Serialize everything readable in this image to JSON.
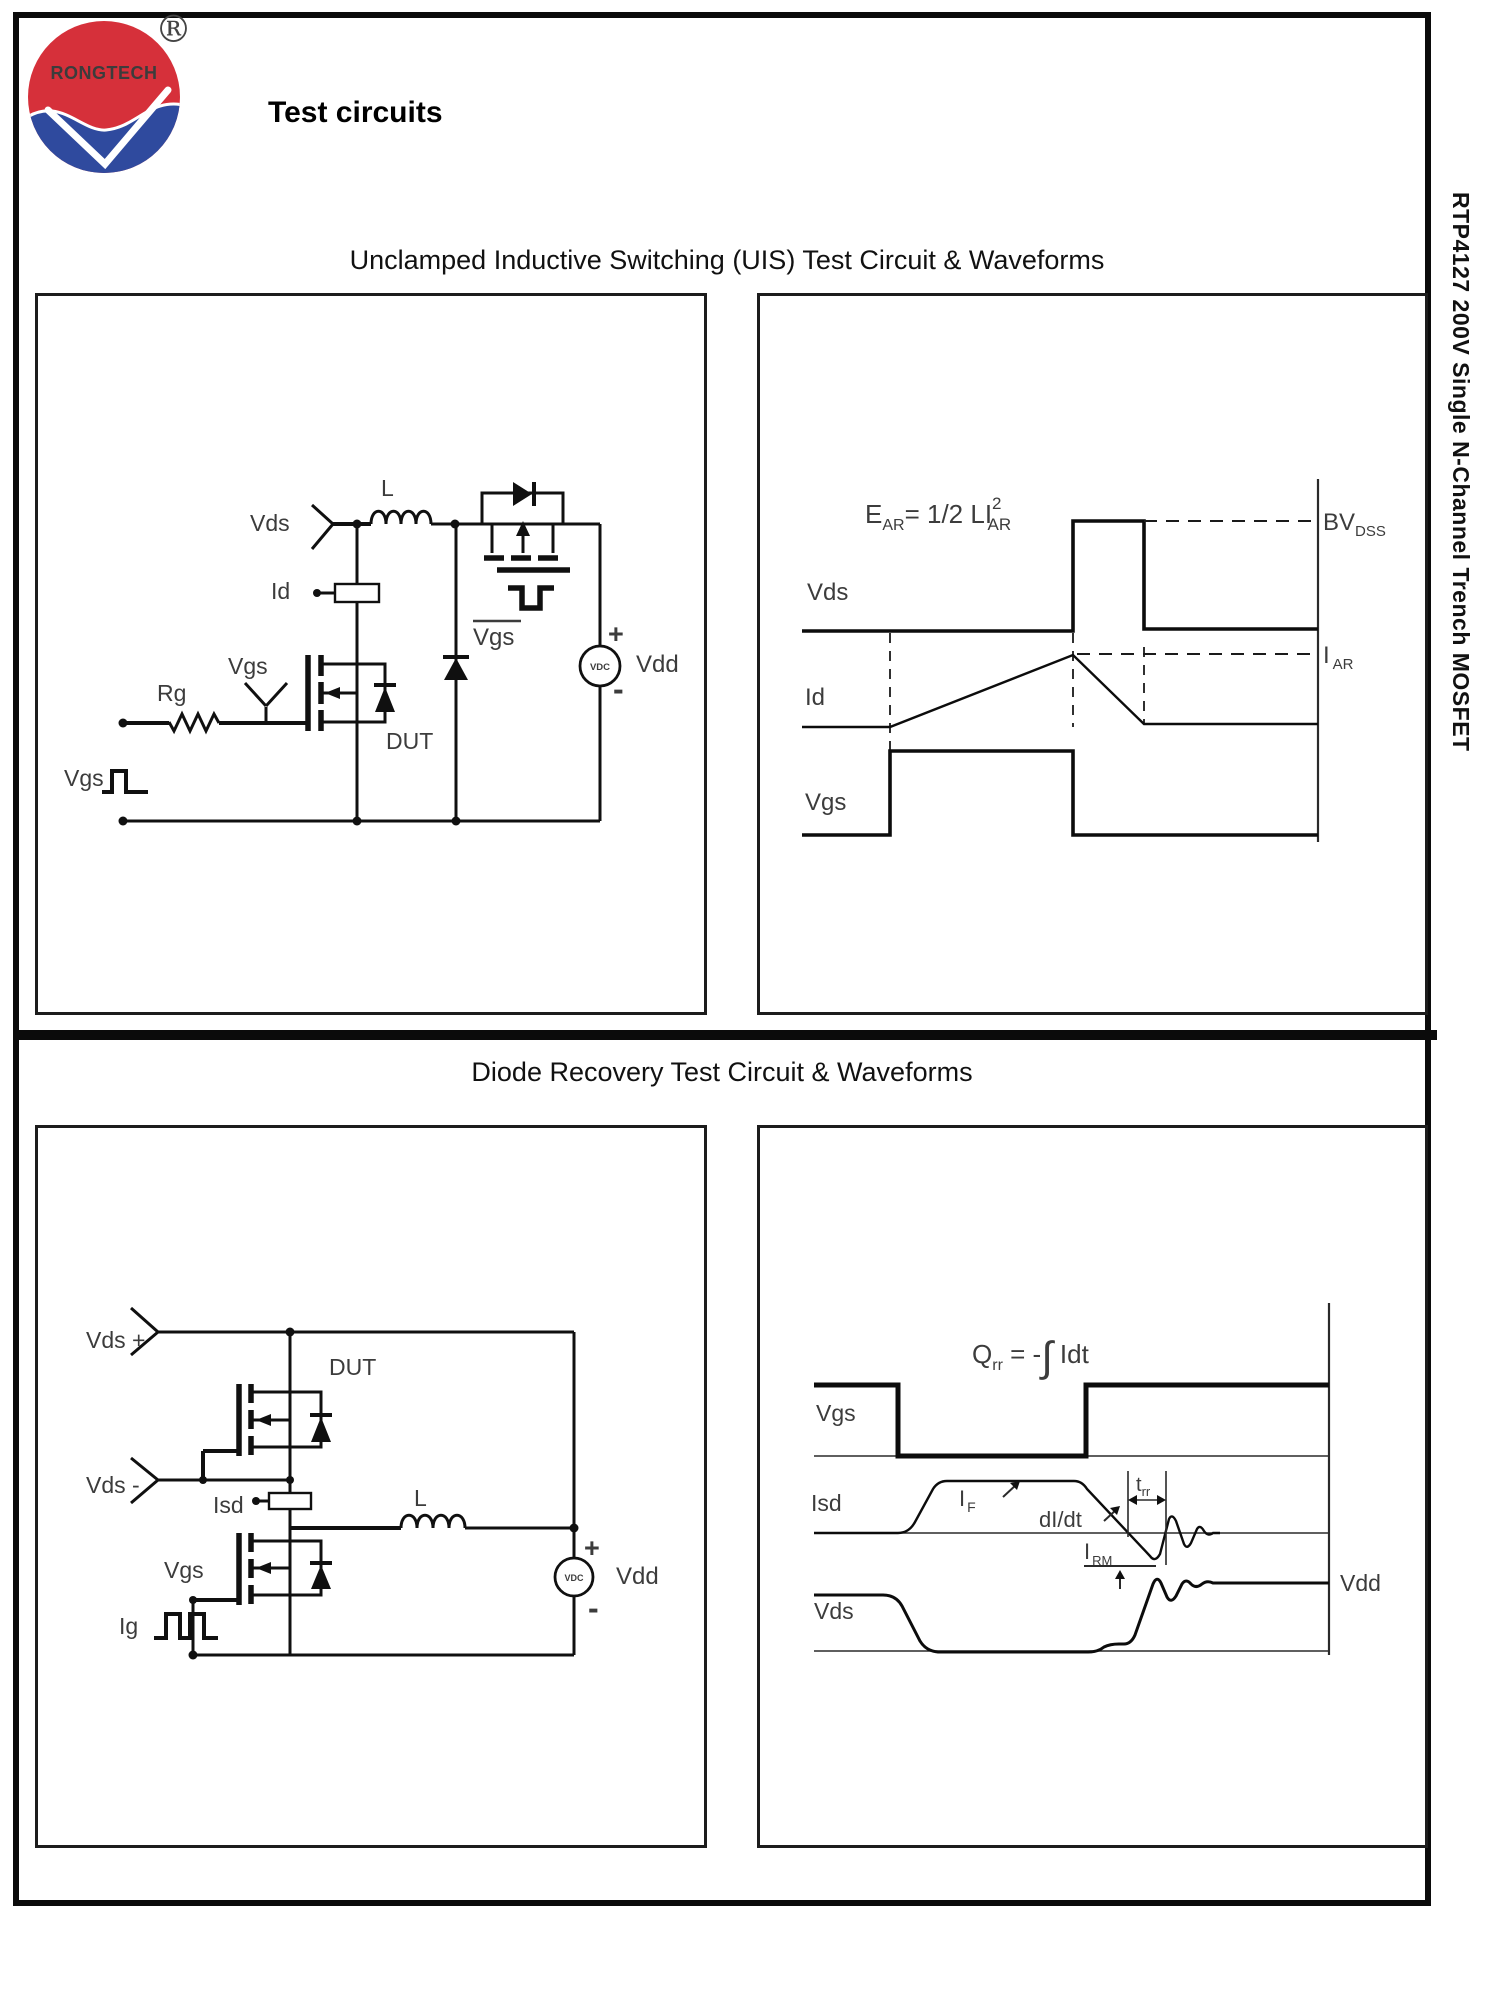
{
  "header": {
    "logo_text": "RONGTECH",
    "registered_mark": "®",
    "page_title": "Test circuits"
  },
  "sidebar": {
    "part_title": "RTP4127 200V Single N-Channel Trench MOSFET"
  },
  "colors": {
    "logo_red": "#d6303a",
    "logo_blue": "#2f4a9e",
    "line_black": "#101010",
    "label_gray": "#3c3c3c"
  },
  "uis": {
    "title": "Unclamped Inductive Switching (UIS) Test Circuit & Waveforms",
    "circuit": {
      "vds_label": "Vds",
      "l_label": "L",
      "id_label": "Id",
      "vgs_probe_label": "Vgs",
      "rg_label": "Rg",
      "dut_label": "DUT",
      "vgs_pulse_label": "Vgs",
      "clamp_gate_label": "Vgs",
      "vdc_label": "VDC",
      "plus_label": "+",
      "vdd_label": "Vdd",
      "minus_label": "-"
    },
    "waveforms": {
      "formula_e": "E",
      "formula_e_sub": "AR",
      "formula_mid": "= 1/2 LI",
      "formula_sup": "2",
      "formula_sub": "AR",
      "vds_label": "Vds",
      "id_label": "Id",
      "vgs_label": "Vgs",
      "bv_label": "BV",
      "bv_sub": "DSS",
      "iar_label": "I",
      "iar_sub": "AR"
    }
  },
  "recovery": {
    "title": "Diode Recovery Test Circuit & Waveforms",
    "circuit": {
      "vds_plus_label": "Vds +",
      "dut_label": "DUT",
      "vds_minus_label": "Vds -",
      "isd_label": "Isd",
      "l_label": "L",
      "vgs_label": "Vgs",
      "ig_label": "Ig",
      "vdc_label": "VDC",
      "plus_label": "+",
      "vdd_label": "Vdd",
      "minus_label": "-"
    },
    "waveforms": {
      "q_label": "Q",
      "q_sub": "rr",
      "q_eq": " = -",
      "q_int": "∫",
      "q_tail": " Idt",
      "vgs_label": "Vgs",
      "isd_label": "Isd",
      "if_label": "I",
      "if_sub": "F",
      "didt_label": "dI/dt",
      "trr_label": "t",
      "trr_sub": "rr",
      "irm_label": "I",
      "irm_sub": "RM",
      "vds_label": "Vds",
      "vdd_label": "Vdd"
    }
  }
}
